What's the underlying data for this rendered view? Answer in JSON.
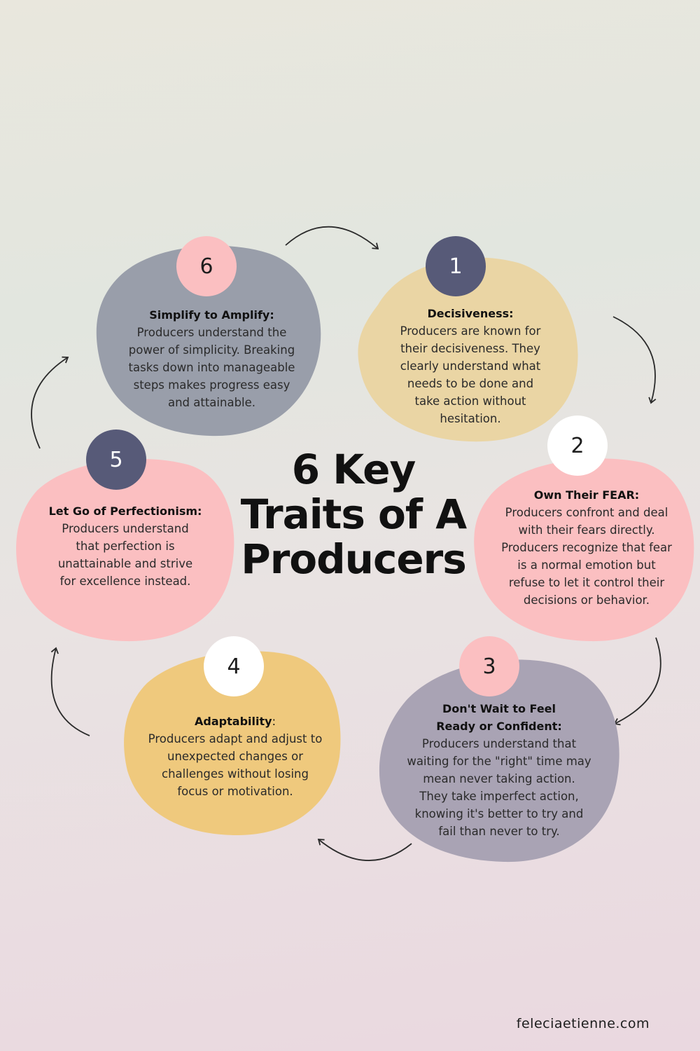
{
  "title": {
    "line1": "6 Key",
    "line2": "Traits of A",
    "line3": "Producers"
  },
  "steps": [
    {
      "number": "1",
      "heading": "Decisiveness:",
      "body": [
        "Producers are known for",
        "their decisiveness. They",
        "clearly understand what",
        "needs to be done and",
        "take action without",
        "hesitation."
      ]
    },
    {
      "number": "2",
      "heading": "Own Their FEAR:",
      "body": [
        "Producers confront and deal",
        "with their fears directly.",
        "Producers recognize that fear",
        "is a normal emotion but",
        "refuse to let it control their",
        "decisions or behavior."
      ]
    },
    {
      "number": "3",
      "heading": [
        "Don't Wait to Feel",
        "Ready or Confident:"
      ],
      "body": [
        "Producers understand that",
        "waiting for the \"right\" time may",
        "mean never taking action.",
        "They take imperfect action,",
        "knowing it's better to try and",
        "fail than never to try."
      ]
    },
    {
      "number": "4",
      "heading": "Adaptability",
      "heading_suffix": ":",
      "body": [
        "Producers adapt and adjust to",
        "unexpected changes or",
        "challenges without losing",
        "focus or motivation."
      ]
    },
    {
      "number": "5",
      "heading": "Let Go of Perfectionism:",
      "body": [
        "Producers understand",
        "that perfection is",
        "unattainable and strive",
        "for excellence instead."
      ]
    },
    {
      "number": "6",
      "heading": "Simplify to Amplify:",
      "body": [
        "Producers understand the",
        "power of simplicity. Breaking",
        "tasks down into manageable",
        "steps makes progress easy",
        "and attainable."
      ]
    }
  ],
  "footer": "feleciaetienne.com",
  "colors": {
    "tan": "#ead5a4",
    "pink": "#fbbfc1",
    "slate": "#999eaa",
    "lavender": "#a9a3b4",
    "gold": "#efc97d",
    "badge_dark": "#575a78",
    "arrow": "#2b2b2b"
  }
}
